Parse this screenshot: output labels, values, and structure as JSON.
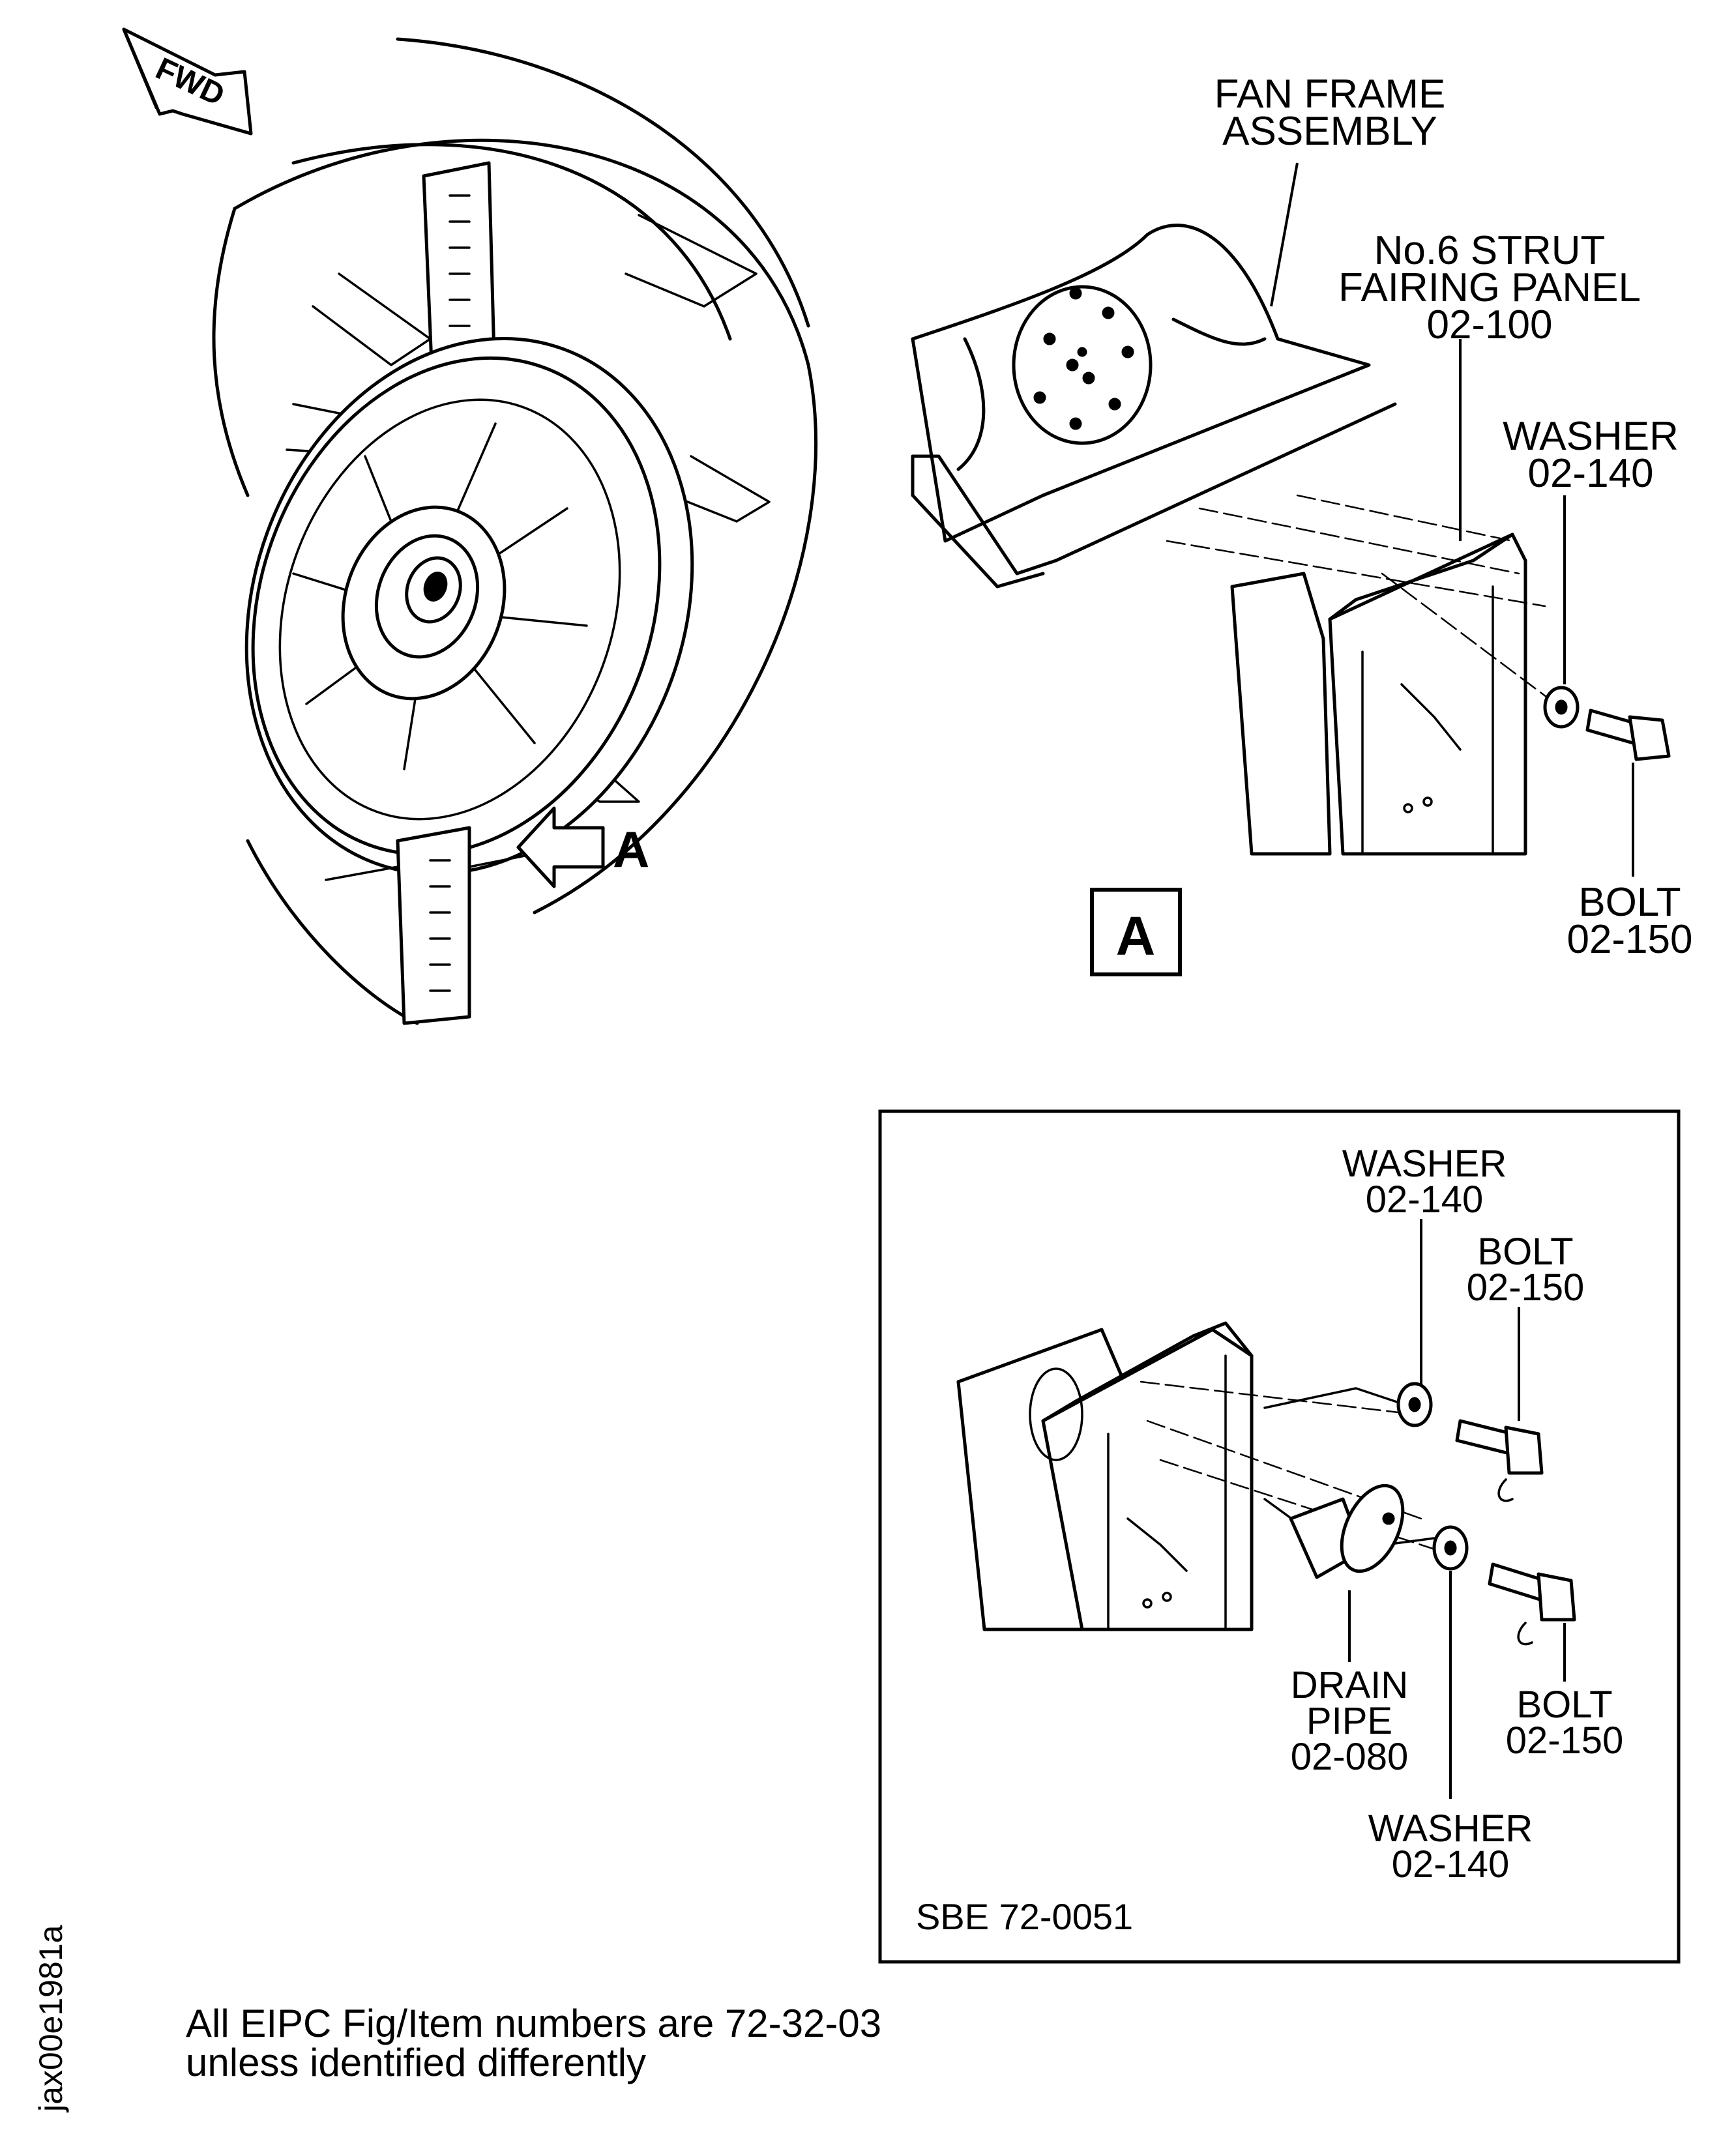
{
  "figure": {
    "fwd_label": "FWD",
    "view_arrow_label": "A",
    "view_a_box_label": "A",
    "fan_frame_assembly": [
      "FAN FRAME",
      "ASSEMBLY"
    ],
    "strut_fairing_panel": [
      "No.6 STRUT",
      "FAIRING PANEL",
      "02-100"
    ],
    "washer_top": [
      "WASHER",
      "02-140"
    ],
    "bolt_top": [
      "BOLT",
      "02-150"
    ]
  },
  "inset": {
    "washer_upper": [
      "WASHER",
      "02-140"
    ],
    "bolt_upper": [
      "BOLT",
      "02-150"
    ],
    "drain_pipe": [
      "DRAIN",
      "PIPE",
      "02-080"
    ],
    "bolt_lower": [
      "BOLT",
      "02-150"
    ],
    "washer_lower": [
      "WASHER",
      "02-140"
    ],
    "service_bulletin": "SBE 72-0051"
  },
  "footer": {
    "note_line1": "All EIPC Fig/Item numbers are 72-32-03",
    "note_line2": "unless identified differently",
    "drawing_id": "jax00e1981a"
  }
}
